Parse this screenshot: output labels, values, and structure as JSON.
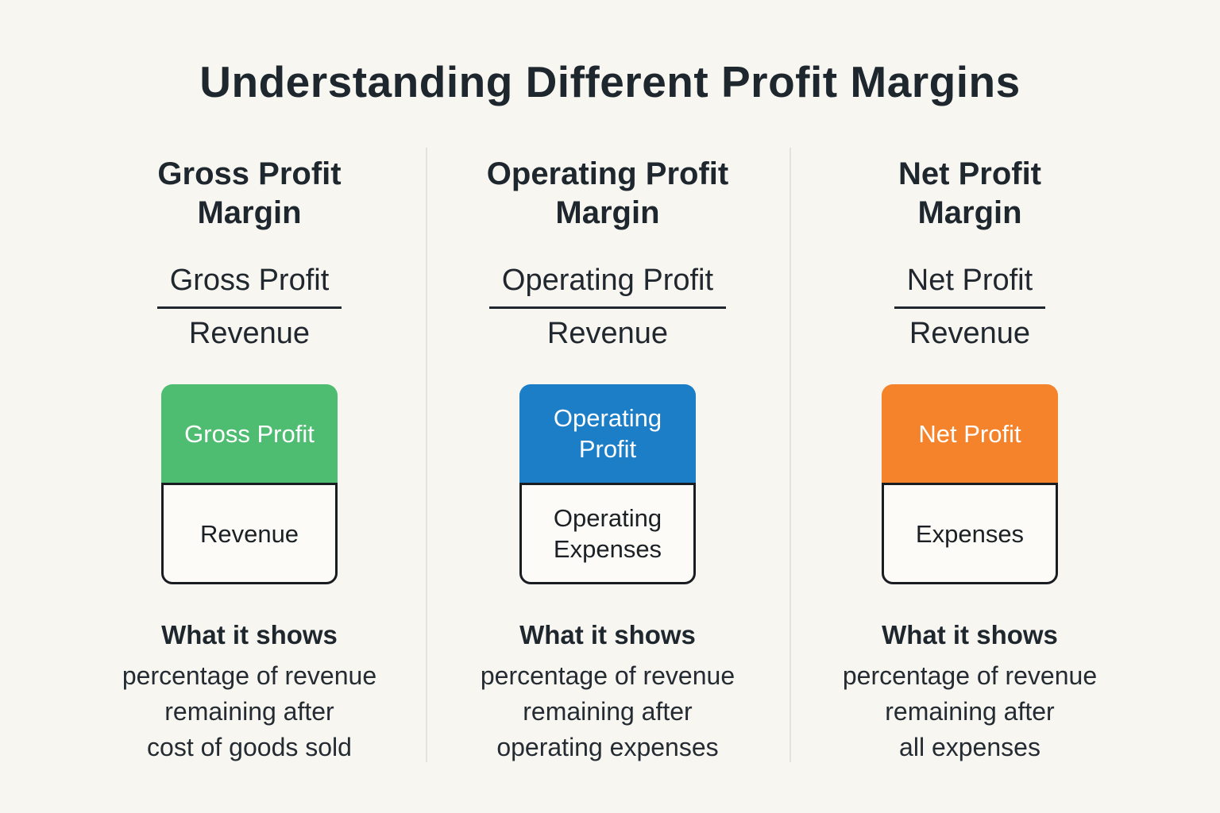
{
  "page": {
    "title": "Understanding Different Profit Margins",
    "background_color": "#f8f6f0",
    "text_color": "#1e262e",
    "divider_color": "#e4e2dc"
  },
  "columns": [
    {
      "title": "Gross Profit\nMargin",
      "fraction": {
        "numerator": "Gross Profit",
        "denominator": "Revenue"
      },
      "stack": {
        "top_label": "Gross Profit",
        "top_color": "#4fbd71",
        "bottom_label": "Revenue"
      },
      "what_it_shows": {
        "heading": "What it shows",
        "description": "percentage of revenue\nremaining after\ncost of goods sold"
      }
    },
    {
      "title": "Operating Profit\nMargin",
      "fraction": {
        "numerator": "Operating Profit",
        "denominator": "Revenue"
      },
      "stack": {
        "top_label": "Operating\nProfit",
        "top_color": "#1c7ec6",
        "bottom_label": "Operating\nExpenses"
      },
      "what_it_shows": {
        "heading": "What it shows",
        "description": "percentage of revenue\nremaining after\noperating expenses"
      }
    },
    {
      "title": "Net Profit\nMargin",
      "fraction": {
        "numerator": "Net Profit",
        "denominator": "Revenue"
      },
      "stack": {
        "top_label": "Net Profit",
        "top_color": "#f5832c",
        "bottom_label": "Expenses"
      },
      "what_it_shows": {
        "heading": "What it shows",
        "description": "percentage of revenue\nremaining after\nall expenses"
      }
    }
  ]
}
